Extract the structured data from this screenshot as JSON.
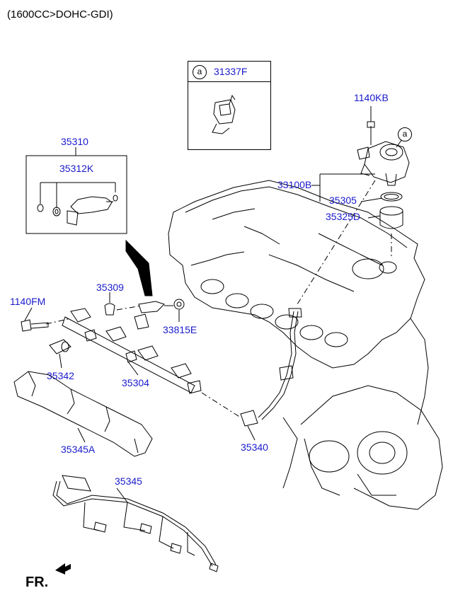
{
  "header": {
    "title": "(1600CC>DOHC-GDI)"
  },
  "inset": {
    "ref_letter": "a",
    "part": "31337F"
  },
  "callouts": {
    "p35310": "35310",
    "p35312K": "35312K",
    "p1140KB": "1140KB",
    "p33100B": "33100B",
    "p35305": "35305",
    "p35325D": "35325D",
    "p35309": "35309",
    "p1140FM": "1140FM",
    "p33815E": "33815E",
    "p35342": "35342",
    "p35304": "35304",
    "p35340": "35340",
    "p35345A": "35345A",
    "p35345": "35345",
    "pump_ref": "a"
  },
  "footer": {
    "direction_label": "FR."
  },
  "colors": {
    "label": "#1a1acc",
    "line": "#000000"
  },
  "icons": {
    "direction": "arrow-icon",
    "pointer": "pointer-arrow-icon"
  }
}
